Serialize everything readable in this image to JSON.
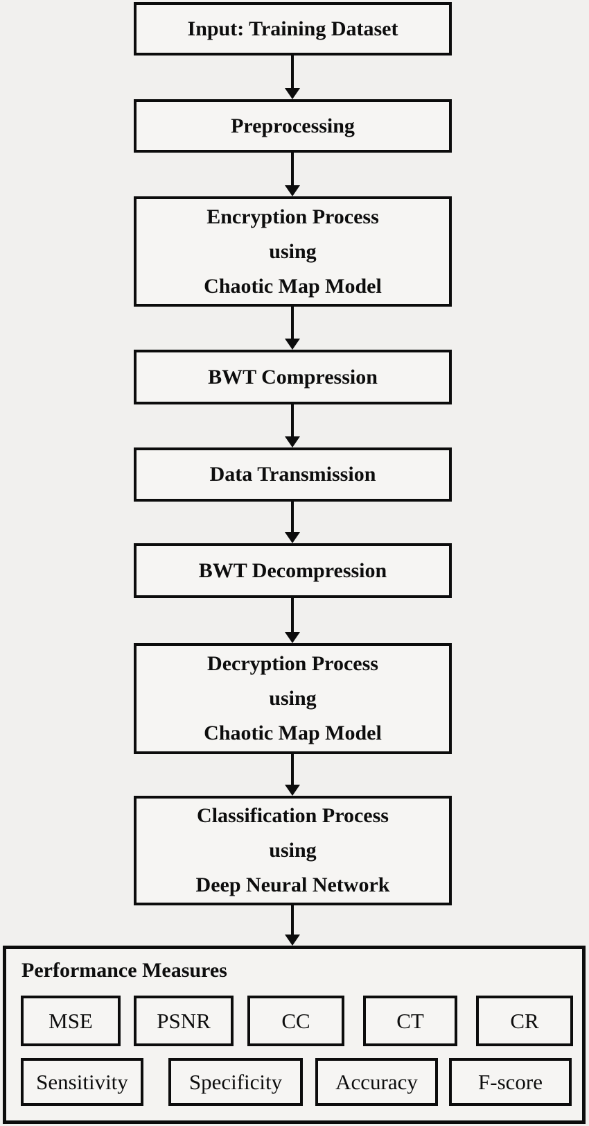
{
  "figure": {
    "type": "flowchart",
    "direction": "top-to-bottom"
  },
  "flow": [
    {
      "id": "input",
      "lines": [
        "Input: Training Dataset"
      ]
    },
    {
      "id": "preprocessing",
      "lines": [
        "Preprocessing"
      ]
    },
    {
      "id": "encryption",
      "lines": [
        "Encryption Process",
        "using",
        "Chaotic Map Model"
      ]
    },
    {
      "id": "bwt-compression",
      "lines": [
        "BWT Compression"
      ]
    },
    {
      "id": "data-transmission",
      "lines": [
        "Data Transmission"
      ]
    },
    {
      "id": "bwt-decompression",
      "lines": [
        "BWT Decompression"
      ]
    },
    {
      "id": "decryption",
      "lines": [
        "Decryption Process",
        "using",
        "Chaotic Map Model"
      ]
    },
    {
      "id": "classification",
      "lines": [
        "Classification Process",
        "using",
        "Deep Neural Network"
      ]
    }
  ],
  "performance": {
    "title": "Performance Measures",
    "row1": [
      "MSE",
      "PSNR",
      "CC",
      "CT",
      "CR"
    ],
    "row2": [
      "Sensitivity",
      "Specificity",
      "Accuracy",
      "F-score"
    ]
  },
  "colors": {
    "background": "#f1f0ee",
    "box_fill": "#f6f5f3",
    "border": "#0c0c0c",
    "text": "#0d0d0d"
  }
}
